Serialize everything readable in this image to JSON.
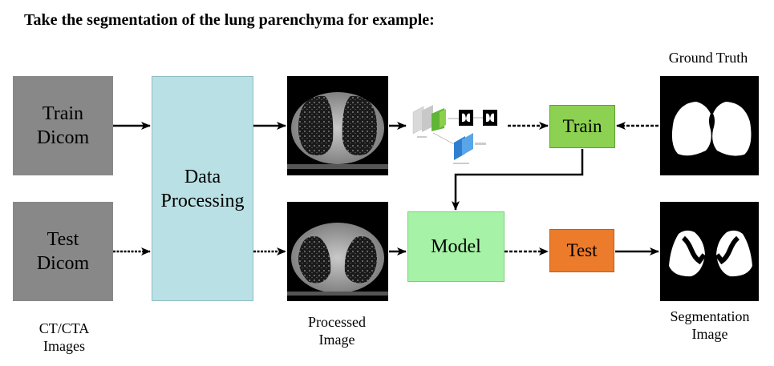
{
  "title": "Take the segmentation of the lung parenchyma for example:",
  "nodes": {
    "train_dicom": [
      "Train",
      "Dicom"
    ],
    "test_dicom": [
      "Test",
      "Dicom"
    ],
    "data_processing": [
      "Data",
      "Processing"
    ],
    "train": "Train",
    "model": "Model",
    "test": "Test"
  },
  "labels": {
    "ct_cta": [
      "CT/CTA",
      "Images"
    ],
    "processed": [
      "Processed",
      "Image"
    ],
    "ground_truth": "Ground Truth",
    "segmentation": [
      "Segmentation",
      "Image"
    ]
  },
  "colors": {
    "dicom_gray": "#888888",
    "processing_cyan": "#b9e0e4",
    "train_green": "#8cd152",
    "model_green": "#a6f2a6",
    "test_orange": "#ec7b2c"
  }
}
